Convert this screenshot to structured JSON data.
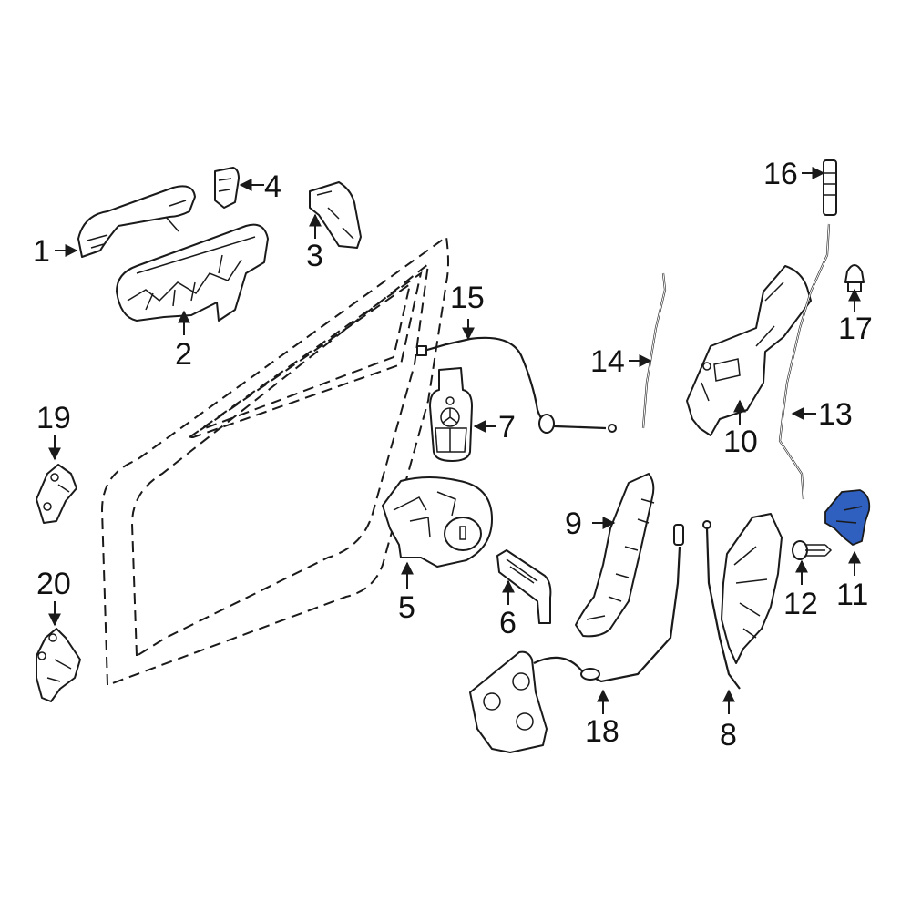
{
  "colors": {
    "highlight": "#2f5fbf",
    "line": "#1a1a1a",
    "background": "#ffffff"
  },
  "callouts": {
    "c1": "1",
    "c2": "2",
    "c3": "3",
    "c4": "4",
    "c5": "5",
    "c6": "6",
    "c7": "7",
    "c8": "8",
    "c9": "9",
    "c10": "10",
    "c11": "11",
    "c12": "12",
    "c13": "13",
    "c14": "14",
    "c15": "15",
    "c16": "16",
    "c17": "17",
    "c18": "18",
    "c19": "19",
    "c20": "20"
  },
  "highlighted_part": "11"
}
